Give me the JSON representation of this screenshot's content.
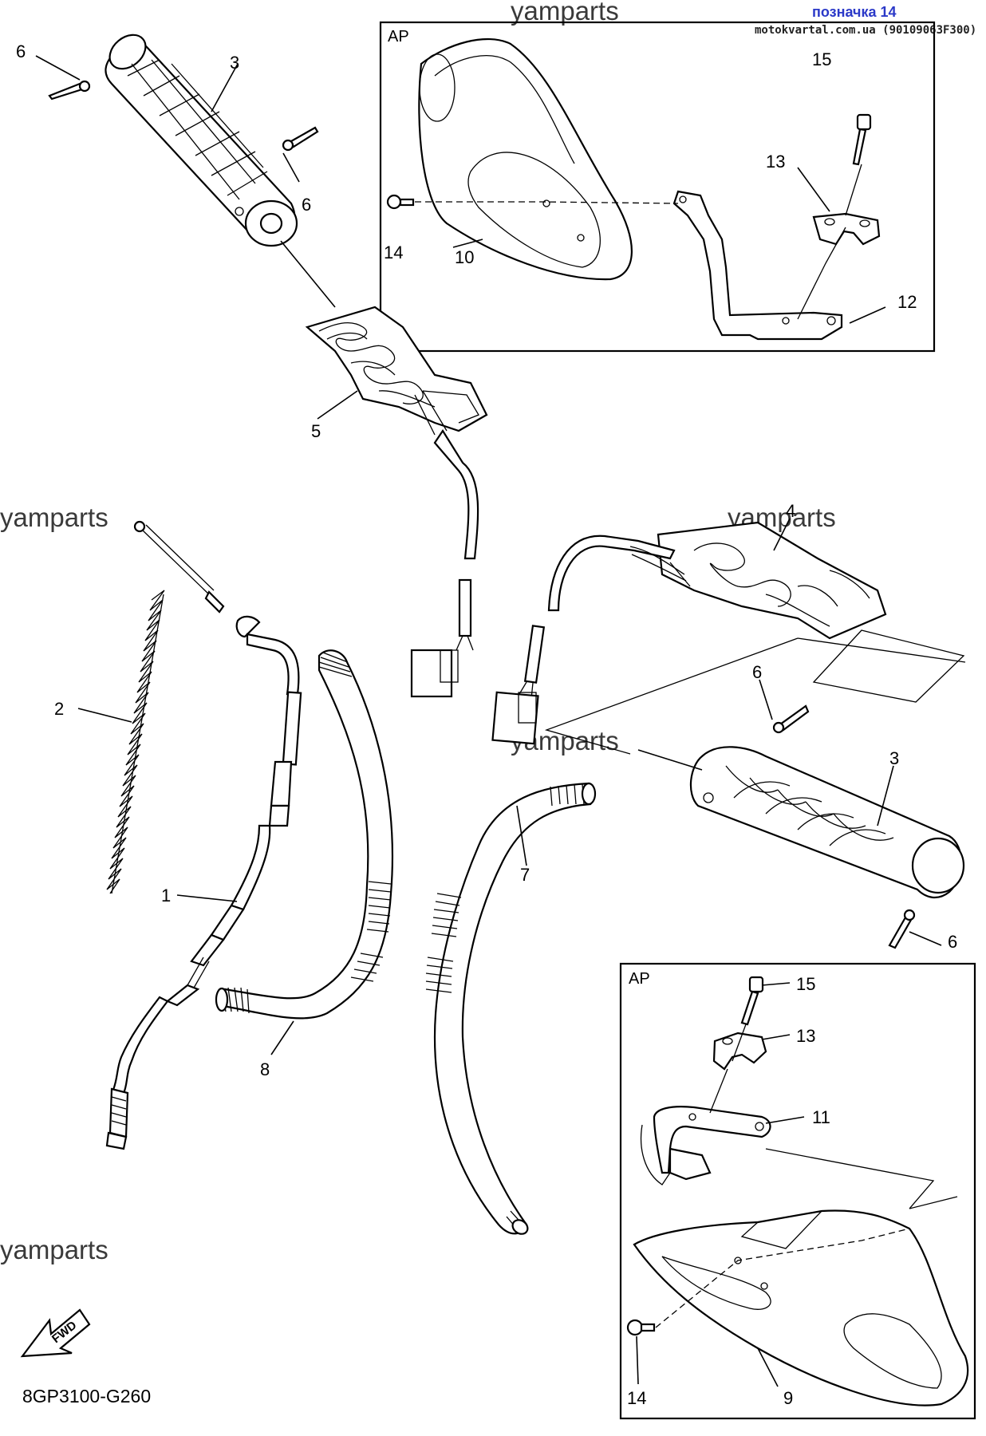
{
  "header": {
    "tag_text": "позначка 14",
    "tag_color": "#2b39c8",
    "source_text": "motokvartal.com.ua (90109063F300)"
  },
  "watermark": "yamparts",
  "diagram_code": "8GP3100-G260",
  "fwd_label": "FWD",
  "inset_label": "AP",
  "callouts": {
    "n1": "1",
    "n2": "2",
    "n3a": "3",
    "n3b": "3",
    "n4": "4",
    "n5": "5",
    "n6a": "6",
    "n6b": "6",
    "n6c": "6",
    "n6d": "6",
    "n7": "7",
    "n8": "8",
    "n9": "9",
    "n10": "10",
    "n11": "11",
    "n12": "12",
    "n13a": "13",
    "n13b": "13",
    "n14a": "14",
    "n14b": "14",
    "n15a": "15",
    "n15b": "15"
  }
}
